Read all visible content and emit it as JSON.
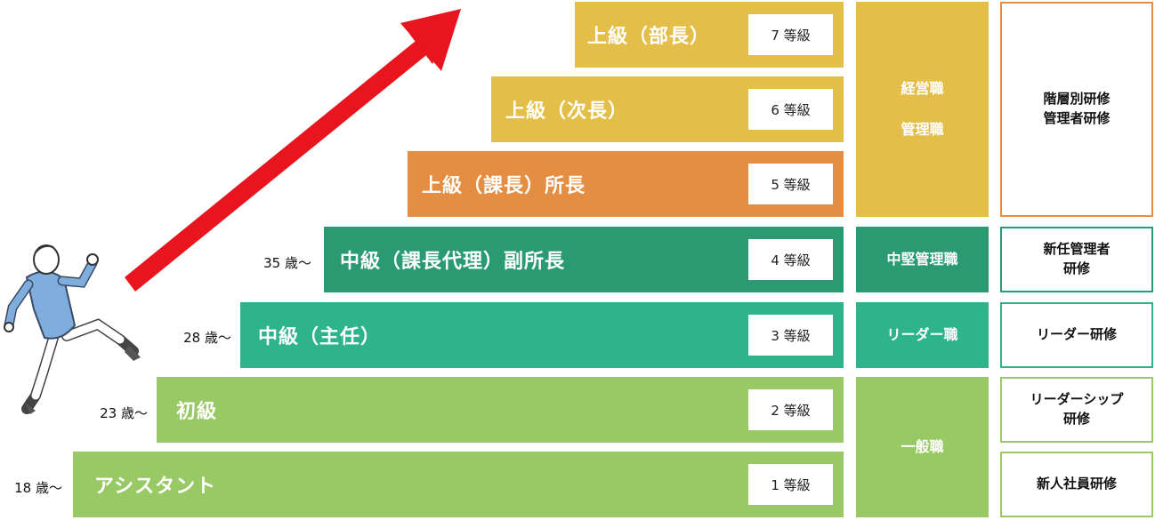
{
  "steps": [
    {
      "title": "上級（部長）",
      "grade": "7 等級"
    },
    {
      "title": "上級（次長）",
      "grade": "6 等級"
    },
    {
      "title": "上級（課長）所長",
      "grade": "5 等級"
    },
    {
      "title": "中級（課長代理）副所長",
      "grade": "4 等級",
      "age": "35 歳～"
    },
    {
      "title": "中級（主任）",
      "grade": "3 等級",
      "age": "28 歳～"
    },
    {
      "title": "初級",
      "grade": "2 等級",
      "age": "23 歳～"
    },
    {
      "title": "アシスタント",
      "grade": "1 等級",
      "age": "18 歳～"
    }
  ],
  "categories": {
    "management": [
      "経営職",
      "管理職"
    ],
    "middle": "中堅管理職",
    "leader": "リーダー職",
    "general": "一般職"
  },
  "training": {
    "management": [
      "階層別研修",
      "管理者研修"
    ],
    "new_manager": [
      "新任管理者",
      "研修"
    ],
    "leader": "リーダー研修",
    "leadership": [
      "リーダーシップ",
      "研修"
    ],
    "new_employee": "新人社員研修"
  },
  "colors": {
    "gold": "#e3bf4a",
    "orange": "#e38e42",
    "dark_green": "#2a9a73",
    "teal": "#2fb38a",
    "light_green": "#99c965",
    "arrow": "#e8141e"
  },
  "icons": [
    "running-man-icon",
    "up-arrow-icon"
  ]
}
